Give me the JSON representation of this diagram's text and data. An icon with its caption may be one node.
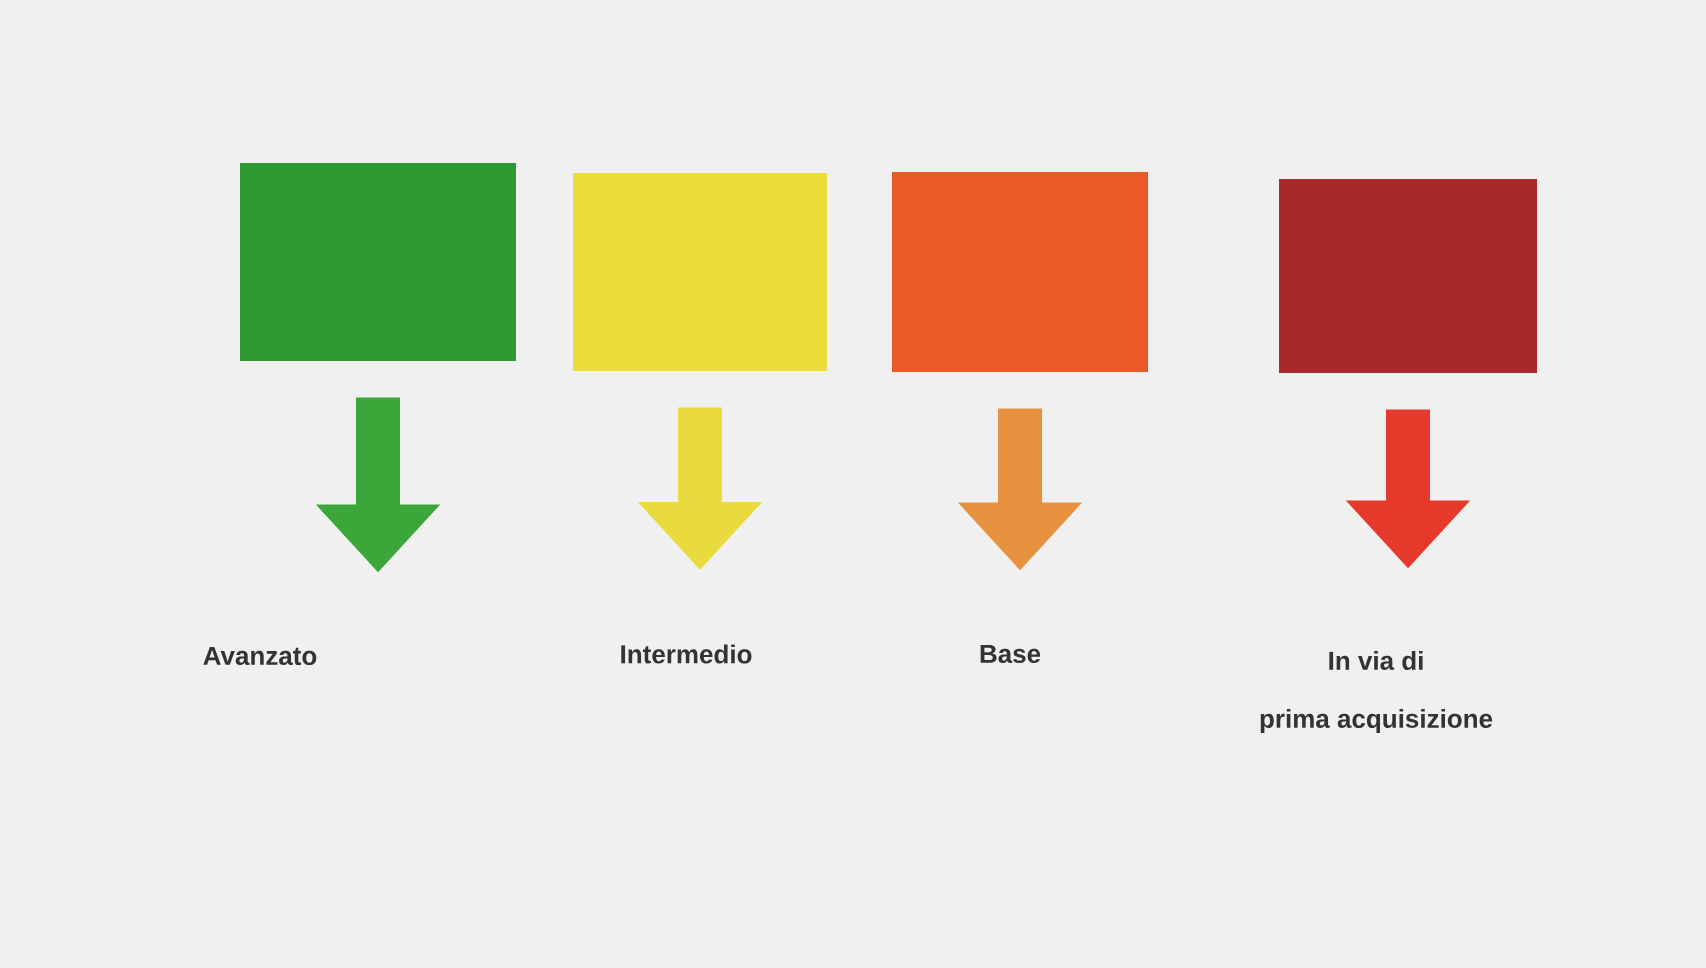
{
  "diagram": {
    "nodes": [
      {
        "text": [],
        "shape": "box"
      },
      {
        "text": [],
        "shape": "box"
      },
      {
        "text": [],
        "shape": "box"
      },
      {
        "text": [],
        "shape": "box"
      },
      {
        "text": [
          "Avanzato"
        ]
      },
      {
        "text": [
          "Intermedio"
        ]
      },
      {
        "text": [
          "Base"
        ]
      },
      {
        "text": [
          "In via di",
          "prima acquisizione"
        ]
      }
    ],
    "edges": [
      {
        "from": 0,
        "to": 4,
        "arrow": "to",
        "color": "#3ca63a"
      },
      {
        "from": 1,
        "to": 5,
        "arrow": "to",
        "color": "#e9da3e"
      },
      {
        "from": 2,
        "to": 6,
        "arrow": "to",
        "color": "#e8913e"
      },
      {
        "from": 3,
        "to": 7,
        "arrow": "to",
        "color": "#e4392b"
      }
    ]
  }
}
